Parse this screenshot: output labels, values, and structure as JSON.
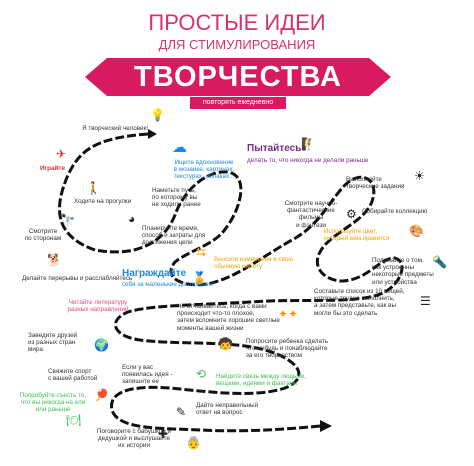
{
  "header": {
    "line1": "ПРОСТЫЕ ИДЕИ",
    "line2": "ДЛЯ СТИМУЛИРОВАНИЯ",
    "banner": "ТВОРЧЕСТВА",
    "subbanner": "повторять ежедневно"
  },
  "colors": {
    "accent": "#d81b60",
    "path": "#111111",
    "blue": "#1e88e5",
    "orange": "#f59f00",
    "green": "#40c057",
    "pink": "#e64980",
    "purple": "#7b2a8c",
    "red": "#e03131"
  },
  "items": {
    "creative_person": "Я творческий человек!",
    "play": "Играйте",
    "walk": "Ходите на прогулки",
    "look_around": "Смотрите\nпо сторонам",
    "breaks": "Делайте перерывы и расслабляйтесь",
    "inspiration": "Ищите вдохновение\nв мозаике, картинах,\nтекстурах, облаках...",
    "new_path": "Наметьте путь,\nпо которому вы\nне ходили ранее",
    "plan_time": "Планируйте время,\nспособ и затраты для\nдостижения цели",
    "try_title": "Пытайтесь",
    "try_text": "делать то, что никогда не делали раньше",
    "creative_tasks": "Выполняйте\nтворческие задания",
    "sci_fi": "Смотрите научно-\nфантастические\nфильмы\nи фэнтези",
    "collection": "Собирайте коллекцию",
    "use_color": "Используйте цвет,\nкоторый вам нравится",
    "change_routine": "Вносите изменения в свою\nобычную работу",
    "reward_title": "Награждайте",
    "reward_text": "себя за маленькие достижения",
    "how_things_work": "Подумайте о том,\nкак устроенны\nнекоторые предметы\nили устройства",
    "read": "Читайте литературу\nразных направлений",
    "dont_despair": "Не отчаивайтесь, когда с вами\nпроисходит что-то плохое,\nзатем вспомните хорошие светлые\nмоменты вашей жизни",
    "list_100": "Составьте список из 10 вещей,\nкоторые трудно выполнить,\nа затем представьте, как вы\nмогли бы это сделать",
    "friends": "Заведите друзей\nиз разных стран\nмира",
    "ask_child": "Попросите ребенка сделать\nчто-нибудь и понаблюдайте\nза его творчеством",
    "sport": "Свяжите спорт\nс вашей работой",
    "idea_write": "Если у вас\nпоявилась идея -\nзапишите ее",
    "connections": "Найдите связь между людьми,\nвещами, идеями и фактами",
    "try_new_food": "Попробуйте съесть то,\nчто вы никогда не ели\nили раньше",
    "wrong_answer": "Дайте неправильный\nответ на вопрос",
    "grandparents": "Поговорите с бабушкой и\nдедушкой и выслушайте\nих истории"
  }
}
